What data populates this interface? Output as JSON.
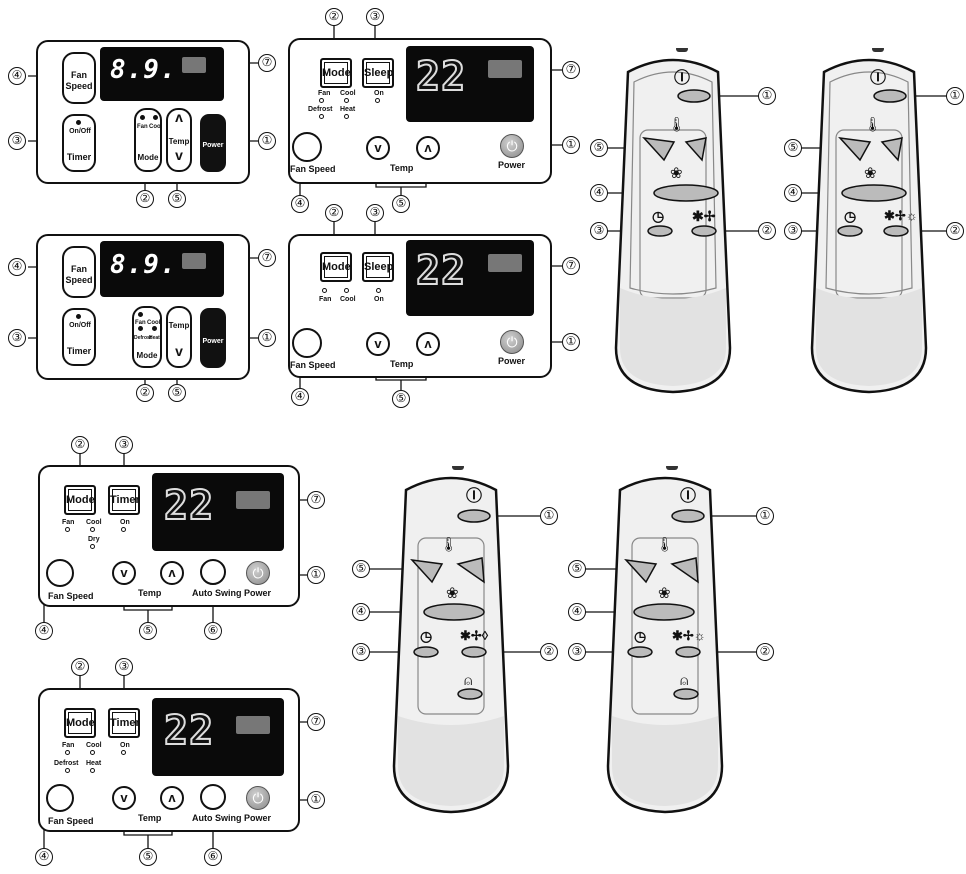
{
  "callouts": {
    "c1": "①",
    "c2": "②",
    "c3": "③",
    "c4": "④",
    "c5": "⑤",
    "c6": "⑥",
    "c7": "⑦"
  },
  "display": {
    "small": "8.9.",
    "big": "22"
  },
  "labels": {
    "fan_speed": "Fan Speed",
    "fan": "Fan",
    "speed": "Speed",
    "on_off": "On/Off",
    "timer": "Timer",
    "mode": "Mode",
    "sleep": "Sleep",
    "temp": "Temp",
    "power": "Power",
    "auto_swing": "Auto Swing",
    "cool": "Cool",
    "on": "On",
    "defrost": "Defrost",
    "heat": "Heat",
    "dry": "Dry"
  },
  "icons": {
    "power_symbol": "⏻",
    "up_chevron": "ʌ",
    "down_chevron": "v",
    "remote_power": "Ⓘ",
    "thermometer": "🌡",
    "fan": "❀",
    "clock": "◷",
    "mode_cool_fan": "✱✢",
    "mode_cool_fan_heat": "✱✢☼",
    "mode_cool_fan_dry": "✱✢◊",
    "swing": "⍝"
  },
  "colors": {
    "panel_border": "#111111",
    "display_bg": "#0a0a0a",
    "grey_window": "#777777",
    "power_button": "#9a9a9a",
    "remote_body": "#eeeeee"
  }
}
